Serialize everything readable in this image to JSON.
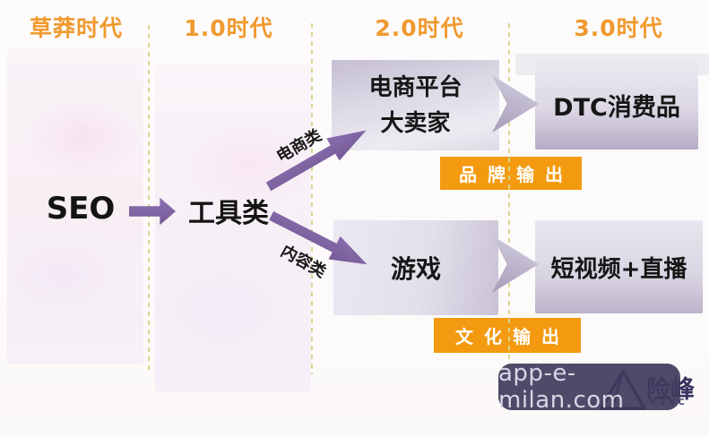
{
  "columns": [
    {
      "label": "草莽时代"
    },
    {
      "label": "1.0时代"
    },
    {
      "label": "2.0时代"
    },
    {
      "label": "3.0时代"
    }
  ],
  "flow": {
    "seo_label": "SEO",
    "tools_label": "工具类",
    "branch_ecommerce_label": "电商类",
    "branch_content_label": "内容类",
    "ecommerce_box_line1": "电商平台",
    "ecommerce_box_line2": "大卖家",
    "dtc_box_label": "DTC消费品",
    "game_box_label": "游戏",
    "video_box_label": "短视频+直播",
    "brand_badge_label": "品牌输出",
    "culture_badge_label": "文化输出"
  },
  "watermark": {
    "text": "app-e-milan.com"
  },
  "logo": {
    "name": "险峰",
    "subtext": "K2VC",
    "icon": "mountain-triangle-icon"
  },
  "colors": {
    "era_header_orange": "#f0992e",
    "badge_orange": "#f39a10",
    "arrow_purple": "#7d639f",
    "box_lavender": "#d6d1e0",
    "dashed_line_olive": "#d6d68e",
    "watermark_bg": "#3f3b5d",
    "logo_navy": "#37325f",
    "text_black": "#161616"
  }
}
